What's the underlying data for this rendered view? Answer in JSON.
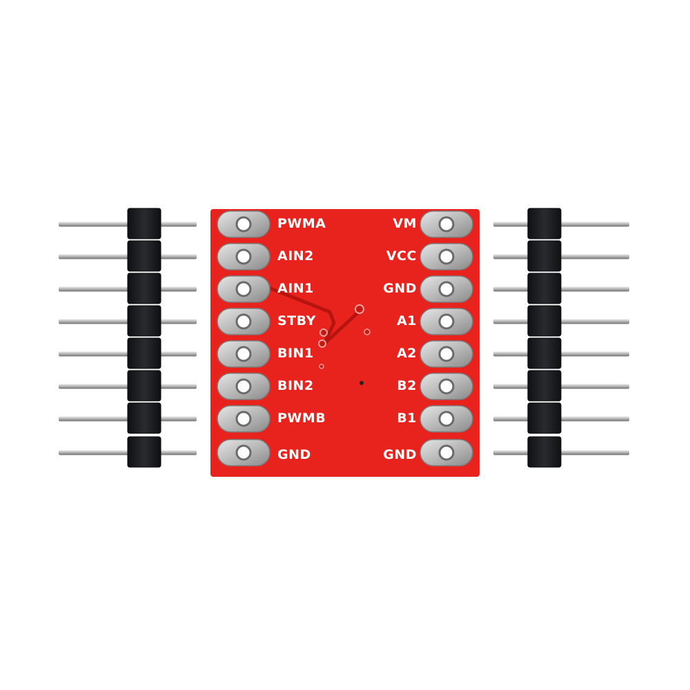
{
  "board": {
    "color": "#e8221d",
    "silkscreen_color": "#ffffff",
    "left_pins": [
      "PWMA",
      "AIN2",
      "AIN1",
      "STBY",
      "BIN1",
      "BIN2",
      "PWMB",
      "GND"
    ],
    "right_pins": [
      "VM",
      "VCC",
      "GND",
      "A1",
      "A2",
      "B2",
      "B1",
      "GND"
    ]
  },
  "headers": {
    "pin_count": 8,
    "body_color": "#1c1d20",
    "pin_color": "#b8b8b8"
  }
}
